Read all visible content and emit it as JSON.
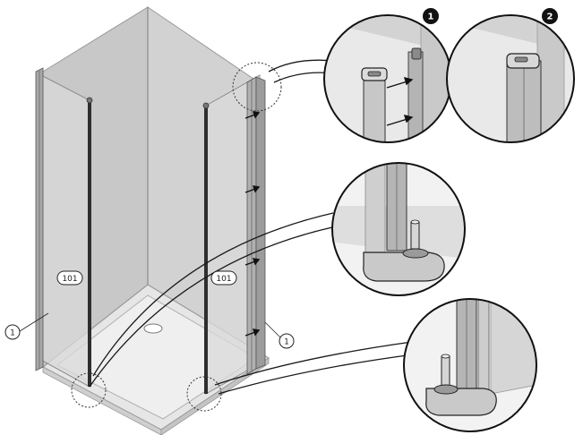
{
  "labels": {
    "part_left": "1",
    "part_right": "1",
    "panel_left": "101",
    "panel_right": "101"
  },
  "steps": {
    "step_1": "1",
    "step_2": "2"
  },
  "colors": {
    "glass": "#d9d9d9",
    "glass_back": "#cfcfcf",
    "glass_dark": "#bdbdbd",
    "frame": "#9e9e9e",
    "frame_dark": "#555555",
    "door_bar": "#333333",
    "outline": "#1a1a1a",
    "tray": "#e8e8e8",
    "tray_edge": "#b5b5b5",
    "arrow": "#111111"
  }
}
